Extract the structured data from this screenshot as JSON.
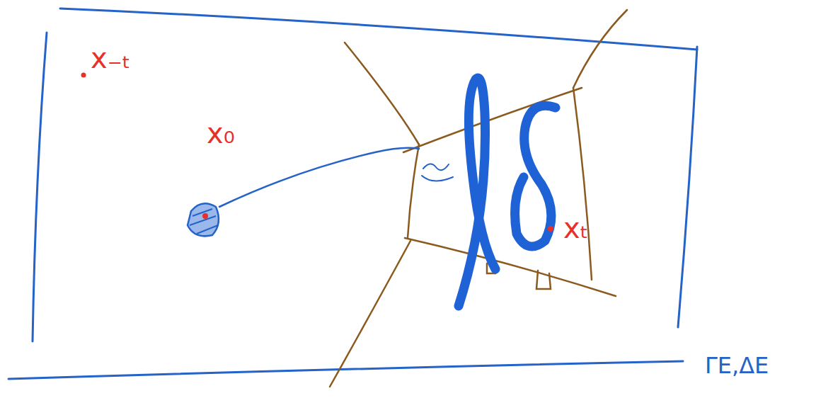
{
  "diagram": {
    "labels": [
      "x₋ₜ",
      "x₀",
      "xₜ",
      "ΓE,ΔE"
    ]
  }
}
